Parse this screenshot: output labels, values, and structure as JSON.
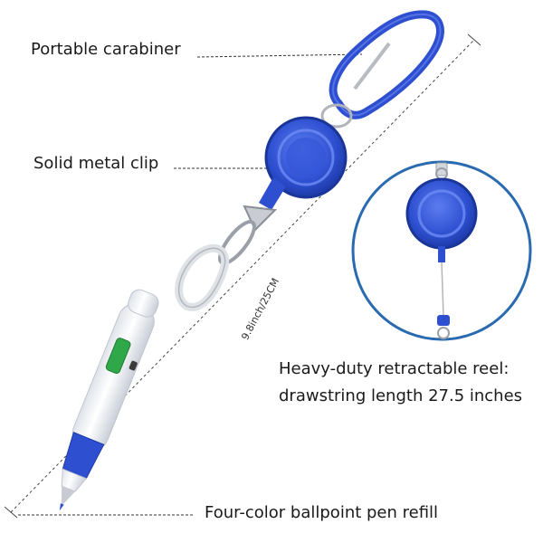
{
  "labels": {
    "carabiner": "Portable carabiner",
    "clip": "Solid metal clip",
    "reel_line1": "Heavy-duty retractable reel:",
    "reel_line2": "drawstring length 27.5 inches",
    "refill": "Four-color ballpoint pen refill"
  },
  "dimension": "9.8inch/25CM",
  "colors": {
    "blue": "#2d4fd0",
    "dark_blue": "#1e3aa8",
    "green": "#2fa84a",
    "circle_outline": "#2a6ab0",
    "dash": "#333333"
  }
}
